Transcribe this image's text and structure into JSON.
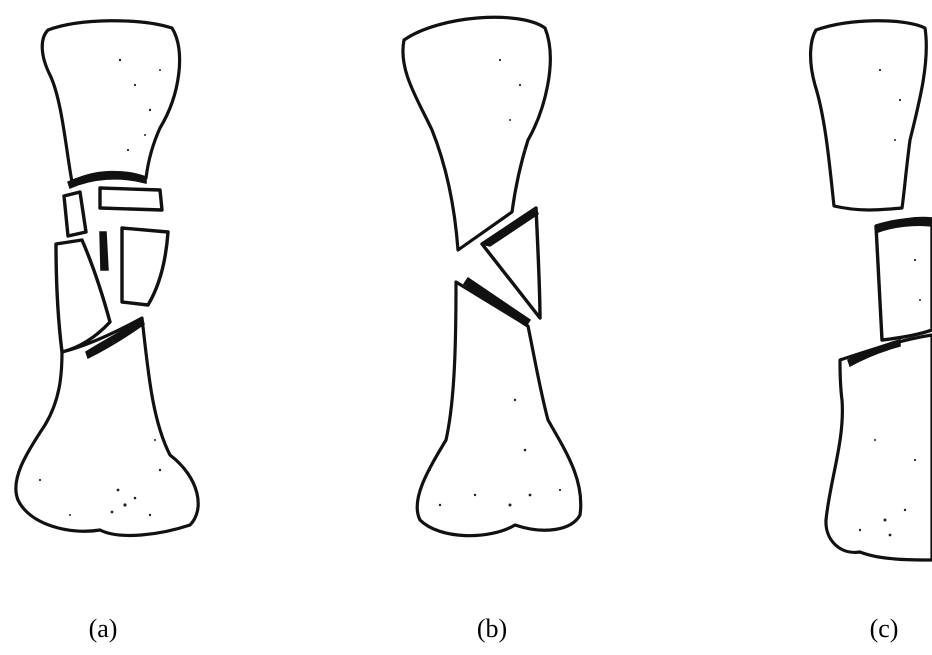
{
  "figure": {
    "panels": [
      {
        "id": "a",
        "caption": "(a)"
      },
      {
        "id": "b",
        "caption": "(b)"
      },
      {
        "id": "c",
        "caption": "(c)"
      }
    ],
    "colors": {
      "line": "#111111",
      "background": "#ffffff"
    }
  }
}
